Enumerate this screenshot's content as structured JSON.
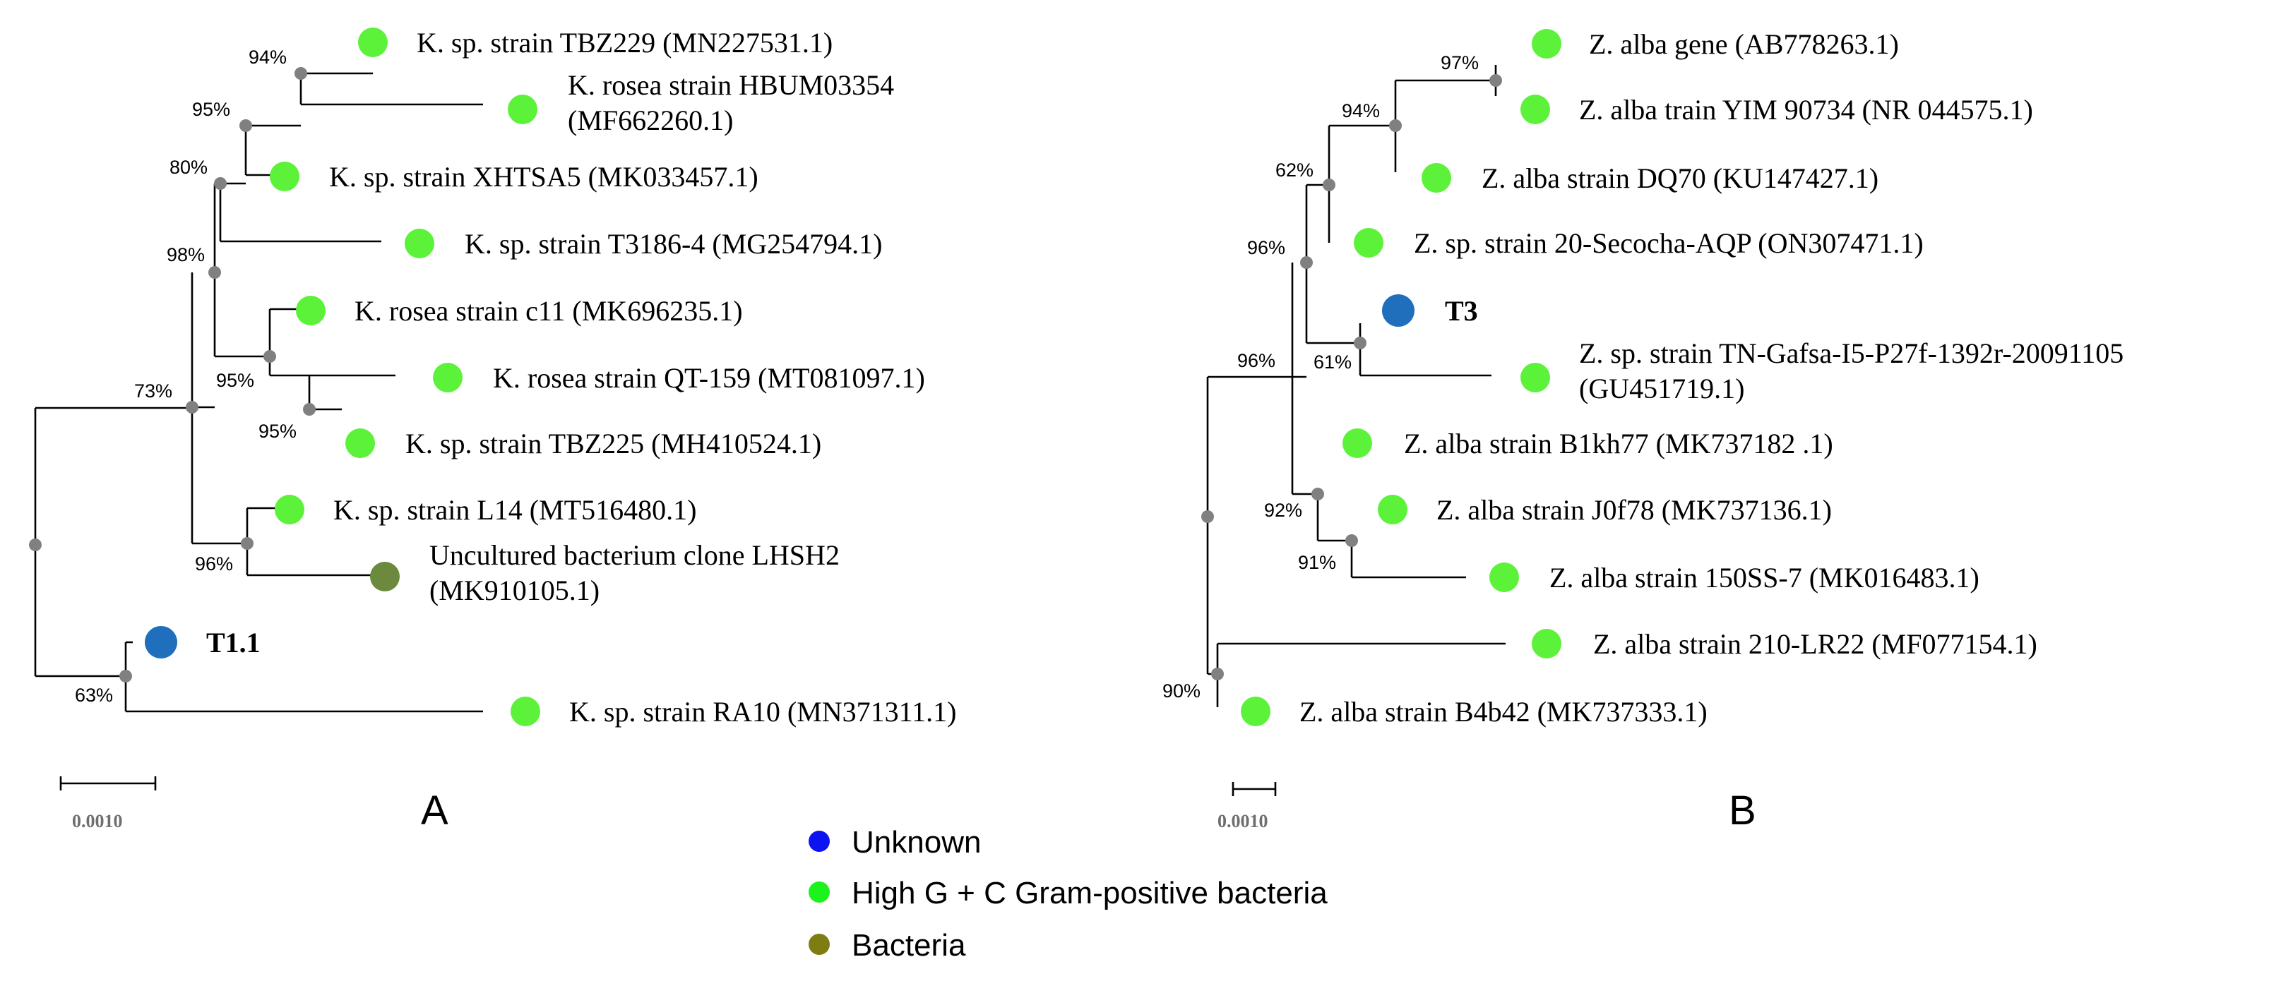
{
  "colors": {
    "known_species": "#5cf23a",
    "query_isolate": "#1f6fbd",
    "uncultured": "#6b8a3d",
    "node": "#808080",
    "legend_unknown": "#0c12f0",
    "legend_high_gc": "#1cf21c",
    "legend_bacteria": "#7e7d12"
  },
  "panels": [
    {
      "letter": "A",
      "scale_label": "0.0010",
      "bootstrap": [
        "94%",
        "95%",
        "80%",
        "98%",
        "95%",
        "95%",
        "73%",
        "96%",
        "63%"
      ],
      "taxa": [
        {
          "line1": "K. sp. strain TBZ229 (MN227531.1)",
          "type": "known"
        },
        {
          "line1": "K. rosea strain HBUM03354",
          "line2": "(MF662260.1)",
          "type": "known"
        },
        {
          "line1": "K. sp. strain XHTSA5 (MK033457.1)",
          "type": "known"
        },
        {
          "line1": "K. sp. strain T3186-4 (MG254794.1)",
          "type": "known"
        },
        {
          "line1": "K. rosea strain c11 (MK696235.1)",
          "type": "known"
        },
        {
          "line1": "K. rosea strain QT-159 (MT081097.1)",
          "type": "known"
        },
        {
          "line1": "K. sp. strain TBZ225 (MH410524.1)",
          "type": "known"
        },
        {
          "line1": "K. sp. strain L14 (MT516480.1)",
          "type": "known"
        },
        {
          "line1": "Uncultured bacterium clone LHSH2",
          "line2": "(MK910105.1)",
          "type": "uncultured"
        },
        {
          "line1": "T1.1",
          "type": "query"
        },
        {
          "line1": "K. sp. strain RA10 (MN371311.1)",
          "type": "known"
        }
      ]
    },
    {
      "letter": "B",
      "scale_label": "0.0010",
      "bootstrap": [
        "97%",
        "94%",
        "62%",
        "96%",
        "61%",
        "96%",
        "92%",
        "91%",
        "90%"
      ],
      "taxa": [
        {
          "line1": "Z. alba gene (AB778263.1)",
          "type": "known"
        },
        {
          "line1": "Z. alba train YIM 90734 (NR 044575.1)",
          "type": "known"
        },
        {
          "line1": "Z. alba strain DQ70 (KU147427.1)",
          "type": "known"
        },
        {
          "line1": "Z. sp. strain 20-Secocha-AQP (ON307471.1)",
          "type": "known"
        },
        {
          "line1": "T3",
          "type": "query"
        },
        {
          "line1": "Z. sp. strain TN-Gafsa-I5-P27f-1392r-20091105",
          "line2": "(GU451719.1)",
          "type": "known"
        },
        {
          "line1": "Z. alba strain B1kh77 (MK737182 .1)",
          "type": "known"
        },
        {
          "line1": "Z. alba strain J0f78 (MK737136.1)",
          "type": "known"
        },
        {
          "line1": "Z. alba strain 150SS-7 (MK016483.1)",
          "type": "known"
        },
        {
          "line1": "Z. alba strain 210-LR22 (MF077154.1)",
          "type": "known"
        },
        {
          "line1": "Z. alba strain B4b42 (MK737333.1)",
          "type": "known"
        }
      ]
    }
  ],
  "legend": [
    {
      "label": "Unknown",
      "color": "#0c12f0"
    },
    {
      "label": "High G + C Gram-positive bacteria",
      "color": "#1cf21c"
    },
    {
      "label": "Bacteria",
      "color": "#7e7d12"
    }
  ]
}
